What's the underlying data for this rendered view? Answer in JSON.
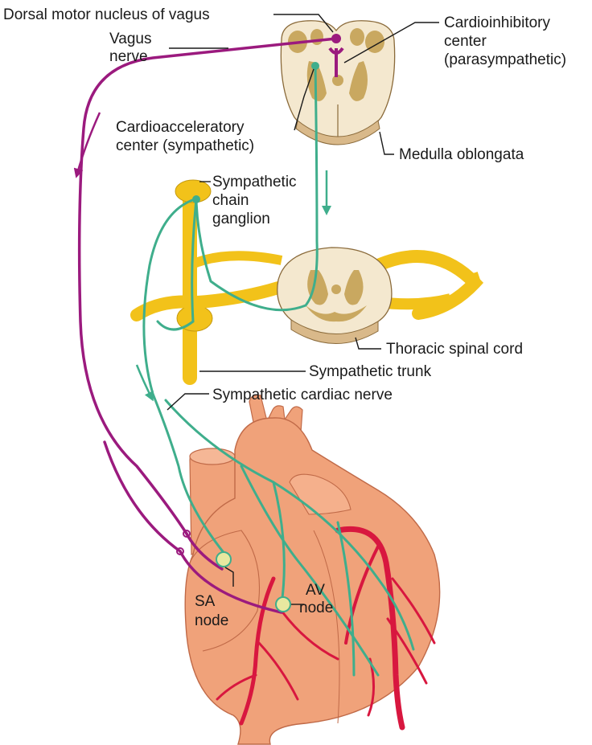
{
  "labels": {
    "dorsal_motor_nucleus": "Dorsal motor nucleus of vagus",
    "vagus_nerve_1": "Vagus",
    "vagus_nerve_2": "nerve",
    "cardioinhibitory_1": "Cardioinhibitory",
    "cardioinhibitory_2": "center",
    "cardioinhibitory_3": "(parasympathetic)",
    "cardioacceleratory_1": "Cardioacceleratory",
    "cardioacceleratory_2": "center (sympathetic)",
    "medulla": "Medulla oblongata",
    "chain_ganglion_1": "Sympathetic",
    "chain_ganglion_2": "chain",
    "chain_ganglion_3": "ganglion",
    "thoracic_cord": "Thoracic spinal cord",
    "sympathetic_trunk": "Sympathetic trunk",
    "sympathetic_cardiac_nerve": "Sympathetic cardiac nerve",
    "sa_node_1": "SA",
    "sa_node_2": "node",
    "av_node_1": "AV",
    "av_node_2": "node"
  },
  "colors": {
    "parasympathetic": "#9b1a7e",
    "sympathetic": "#3fae8c",
    "ganglion_yellow": "#f2c21a",
    "neural_tissue": "#f4e8cf",
    "grey_matter": "#c9a860",
    "heart": "#f0a27a",
    "vessels": "#d8173f"
  }
}
